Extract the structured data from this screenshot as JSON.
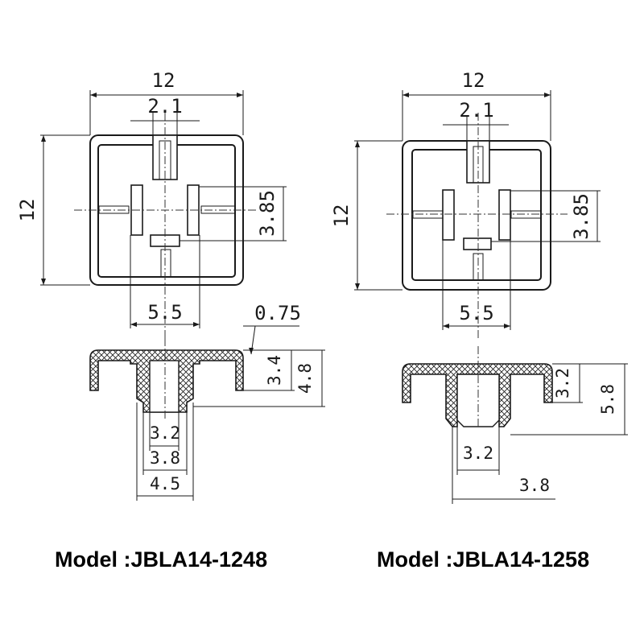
{
  "left": {
    "model_label": "Model :JBLA14-1248",
    "top_view": {
      "width": "12",
      "height": "12",
      "slot": "2.1",
      "offset": "3.85",
      "span": "5.5"
    },
    "section": {
      "wall": "0.75",
      "height_a": "3.4",
      "height_b": "4.8",
      "bore_a": "3.2",
      "bore_b": "3.8",
      "bore_c": "4.5"
    }
  },
  "right": {
    "model_label": "Model :JBLA14-1258",
    "top_view": {
      "width": "12",
      "height": "12",
      "slot": "2.1",
      "offset": "3.85",
      "span": "5.5"
    },
    "section": {
      "height_a": "3.2",
      "height_b": "5.8",
      "bore_a": "3.2",
      "bore_b": "3.8"
    }
  }
}
